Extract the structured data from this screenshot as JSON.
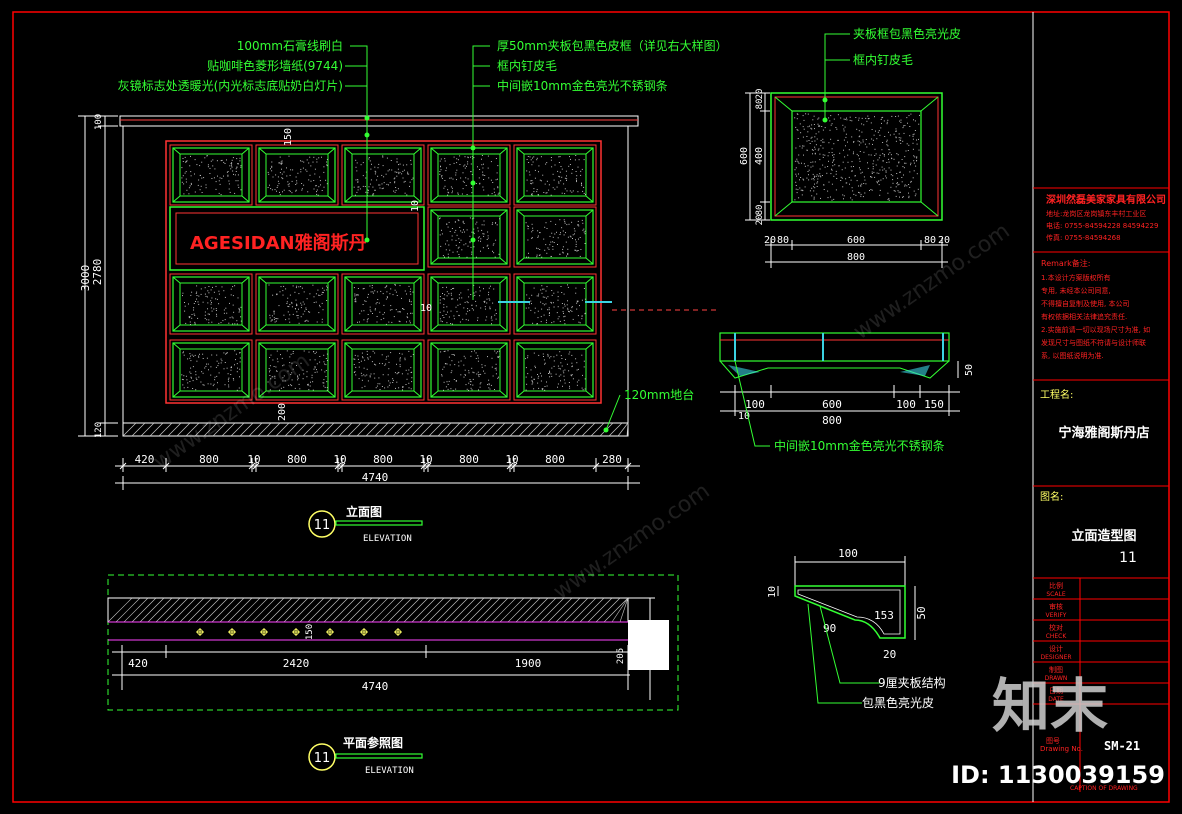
{
  "colors": {
    "background": "#000000",
    "border_red": "#ff0000",
    "frame_green": "#33ff33",
    "dim_white": "#ffffff",
    "annotation_yellow": "#ffff66",
    "accent_cyan": "#3bd3e3",
    "hatch_gray": "#c8c8c8",
    "magenta": "#ff44ff"
  },
  "elevation": {
    "leader_labels": [
      "100mm石膏线刷白",
      "贴咖啡色菱形墙纸(9744)",
      "灰镜标志处透暖光(内光标志底贴奶白灯片)",
      "厚50mm夹板包黑色皮框（详见右大样图）",
      "框内钉皮毛",
      "中间嵌10mm金色亮光不锈钢条",
      "120mm地台"
    ],
    "brand_logo_text": "AGESIDAN雅阁斯丹",
    "left_dims": [
      "3000",
      "2780",
      "100",
      "120"
    ],
    "inner_dims": [
      "150",
      "10",
      "10",
      "200"
    ],
    "bottom_dims": [
      "420",
      "800",
      "10",
      "800",
      "10",
      "800",
      "10",
      "800",
      "10",
      "800",
      "280"
    ],
    "total_width": "4740",
    "view_number": "11",
    "title_cn": "立面图",
    "title_en": "ELEVATION"
  },
  "detail_frame": {
    "labels": [
      "夹板框包黑色亮光皮",
      "框内钉皮毛"
    ],
    "left_dims": [
      "600",
      "80",
      "20",
      "400",
      "80",
      "20"
    ],
    "bottom_dims": [
      "20",
      "80",
      "600",
      "80",
      "20"
    ],
    "total": "800"
  },
  "detail_section": {
    "dims_right": "50",
    "bottom_dims": [
      "100",
      "600",
      "100",
      "150"
    ],
    "bottom_small": "10",
    "total": "800",
    "label": "中间嵌10mm金色亮光不锈钢条"
  },
  "profile_detail": {
    "dims": [
      "100",
      "10",
      "50",
      "153",
      "90",
      "20"
    ],
    "labels": [
      "9厘夹板结构",
      "包黑色亮光皮"
    ]
  },
  "plan": {
    "dim_small": "150",
    "dims": [
      "420",
      "2420",
      "1900",
      "205"
    ],
    "total": "4740",
    "view_number": "11",
    "title_cn": "平面参照图",
    "title_en": "ELEVATION"
  },
  "title_block": {
    "company": "深圳然磊美家家具有限公司",
    "address_lines": [
      "地址:龙岗区龙岗镇东丰村工业区",
      "电话: 0755-84594228   84594229",
      "传真: 0755-84594268"
    ],
    "remarks_title": "Remark备注:",
    "remarks": [
      "1.本设计方案版权所有",
      "专用, 未经本公司同意,",
      "不得擅自复制及使用, 本公司",
      "有权依据相关法律追究责任.",
      "2.实施前请一切以现场尺寸为准, 如",
      "发现尺寸与图纸不符请与设计师联",
      "系, 以图纸说明为准."
    ],
    "project_label": "工程名:",
    "project_name": "宁海雅阁斯丹店",
    "drawing_label": "图名:",
    "drawing_name": "立面造型图",
    "drawing_number": "11",
    "fields": [
      {
        "cn": "比例",
        "en": "SCALE"
      },
      {
        "cn": "审核",
        "en": "VERIFY"
      },
      {
        "cn": "校对",
        "en": "CHECK"
      },
      {
        "cn": "设计",
        "en": "DESIGNER"
      },
      {
        "cn": "制图",
        "en": "DRAWN"
      },
      {
        "cn": "日期",
        "en": "DATE"
      }
    ],
    "number_label": "图号",
    "number_label_en": "Drawing No.",
    "sheet_no": "SM-21",
    "caption": "CAPTION OF DRAWING"
  },
  "watermark": {
    "logo": "知末",
    "id_text": "ID: 1130039159",
    "site": "www.znzmo.com"
  }
}
